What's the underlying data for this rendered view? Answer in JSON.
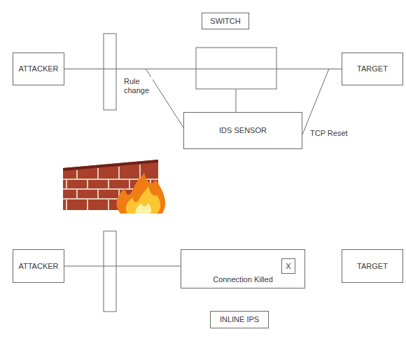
{
  "diagram": {
    "nodes": [
      {
        "text": [
          "ATTACKER"
        ]
      },
      {
        "text": [
          "SWITCH"
        ]
      },
      {
        "text": [
          "TARGET"
        ]
      },
      {
        "text": [
          "IDS SENSOR"
        ]
      },
      {
        "text": [
          "ATTACKER"
        ]
      },
      {
        "text": [
          "Connection Killed"
        ]
      },
      {
        "text": [
          "X"
        ],
        "in": 5
      },
      {
        "text": [
          "INLINE IPS"
        ]
      },
      {
        "text": [
          "TARGET"
        ]
      }
    ],
    "edges": [
      {
        "from": 0,
        "to": 2,
        "arrow": "none"
      },
      {
        "from": 4,
        "to": 5,
        "arrow": "none"
      }
    ],
    "labels": [
      "Rule change",
      "TCP Reset"
    ]
  }
}
